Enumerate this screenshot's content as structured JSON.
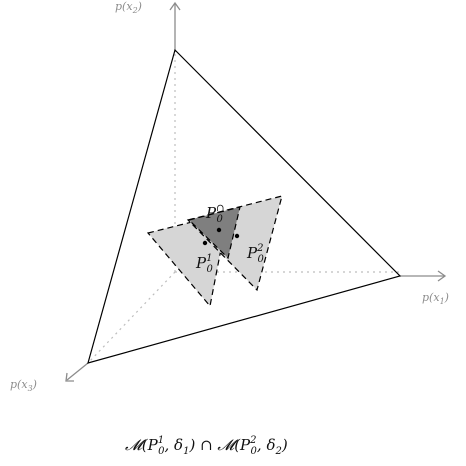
{
  "axes": {
    "x1": {
      "base": "p",
      "var": "x",
      "sub": "1"
    },
    "x2": {
      "base": "p",
      "var": "x",
      "sub": "2"
    },
    "x3": {
      "base": "p",
      "var": "x",
      "sub": "3"
    }
  },
  "points": {
    "p0_cap": {
      "base": "P",
      "sub": "0",
      "sup": "∩"
    },
    "p0_1": {
      "base": "P",
      "sub": "0",
      "sup": "1"
    },
    "p0_2": {
      "base": "P",
      "sub": "0",
      "sup": "2"
    }
  },
  "caption": {
    "m1": "𝓜(P",
    "sub1": "0",
    "sup1": "1",
    "mid1": ", δ",
    "d1": "1",
    "mid2": ") ∩ 𝓜(P",
    "sub2": "0",
    "sup2": "2",
    "mid3": ", δ",
    "d2": "2",
    "end": ")"
  },
  "colors": {
    "outer_triangle": "#000000",
    "axis": "#8c8c8c",
    "dotted_axis": "#bdbdbd",
    "region_light": "#d6d6d6",
    "region_dark": "#7f7f7f",
    "dashed_edge": "#000000"
  }
}
